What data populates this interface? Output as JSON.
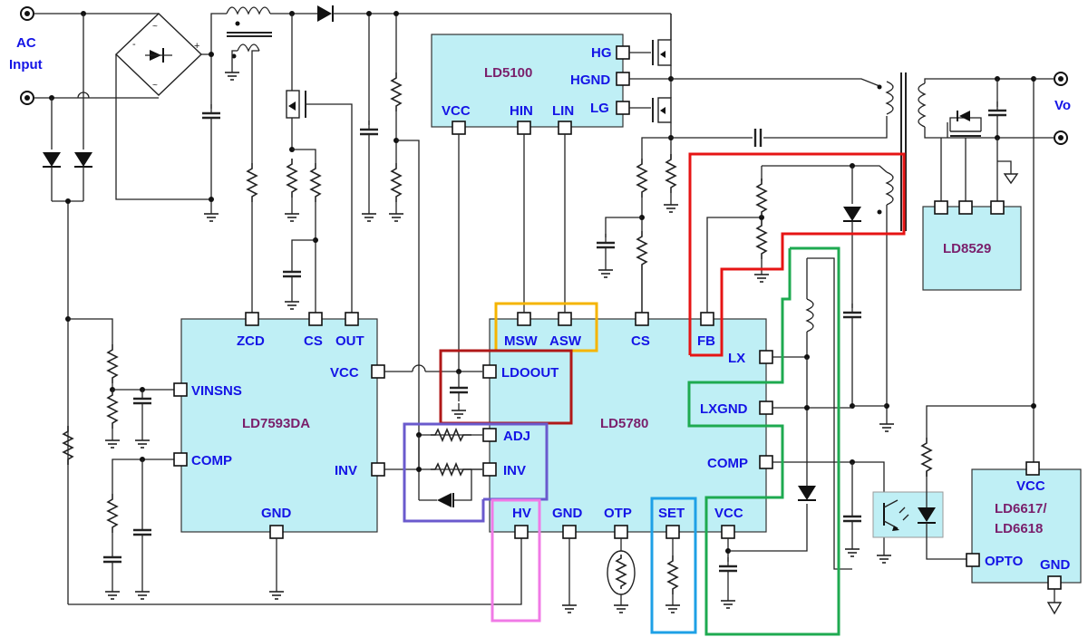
{
  "labels": {
    "ac_input_line1": "AC",
    "ac_input_line2": "Input",
    "vo": "Vo"
  },
  "chips": {
    "ld7593da": {
      "name": "LD7593DA",
      "pins": {
        "zcd": "ZCD",
        "cs": "CS",
        "out": "OUT",
        "vcc": "VCC",
        "vinsns": "VINSNS",
        "comp": "COMP",
        "inv": "INV",
        "gnd": "GND"
      }
    },
    "ld5100": {
      "name": "LD5100",
      "pins": {
        "hg": "HG",
        "hgnd": "HGND",
        "lg": "LG",
        "vcc": "VCC",
        "hin": "HIN",
        "lin": "LIN"
      }
    },
    "ld5780": {
      "name": "LD5780",
      "pins": {
        "msw": "MSW",
        "asw": "ASW",
        "cs": "CS",
        "fb": "FB",
        "lx": "LX",
        "ldoout": "LDOOUT",
        "lxgnd": "LXGND",
        "adj": "ADJ",
        "inv": "INV",
        "comp": "COMP",
        "hv": "HV",
        "gnd": "GND",
        "otp": "OTP",
        "set": "SET",
        "vcc": "VCC"
      }
    },
    "ld8529": {
      "name": "LD8529"
    },
    "ld6617": {
      "name_line1": "LD6617/",
      "name_line2": "LD6618",
      "pins": {
        "vcc": "VCC",
        "opto": "OPTO",
        "gnd": "GND"
      }
    }
  },
  "highlight_colors": {
    "fb_red": "#e61414",
    "msw_asw_orange": "#f5b400",
    "ldoout_darkred": "#b01818",
    "adj_inv_purple": "#6a5acd",
    "hv_pink": "#f07ae6",
    "set_cyan": "#1ea0e6",
    "lx_green": "#1eaa50"
  },
  "colors": {
    "chip_fill": "#bfeff5",
    "pin_label": "#1414e6",
    "chip_name": "#7a1f6b"
  }
}
